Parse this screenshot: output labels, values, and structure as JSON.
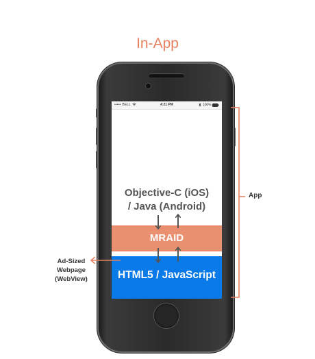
{
  "title": "In-App",
  "status_bar": {
    "carrier": "••••• BELL",
    "wifi_icon": "wifi-icon",
    "time": "4:21 PM",
    "battery": "100%",
    "bluetooth_icon": "bluetooth-icon",
    "battery_icon": "battery-icon"
  },
  "layers": {
    "native": {
      "line1": "Objective-C (iOS)",
      "line2": "/ Java (Android)",
      "color": "#555555"
    },
    "mraid": {
      "label": "MRAID",
      "color": "#e89070"
    },
    "web": {
      "label": "HTML5 / JavaScript",
      "color": "#0a7ae8"
    }
  },
  "annotations": {
    "app": "App",
    "ad_sized": {
      "line1": "Ad-Sized",
      "line2": "Webpage",
      "line3": "(WebView)"
    },
    "accent_color": "#e8805f"
  }
}
